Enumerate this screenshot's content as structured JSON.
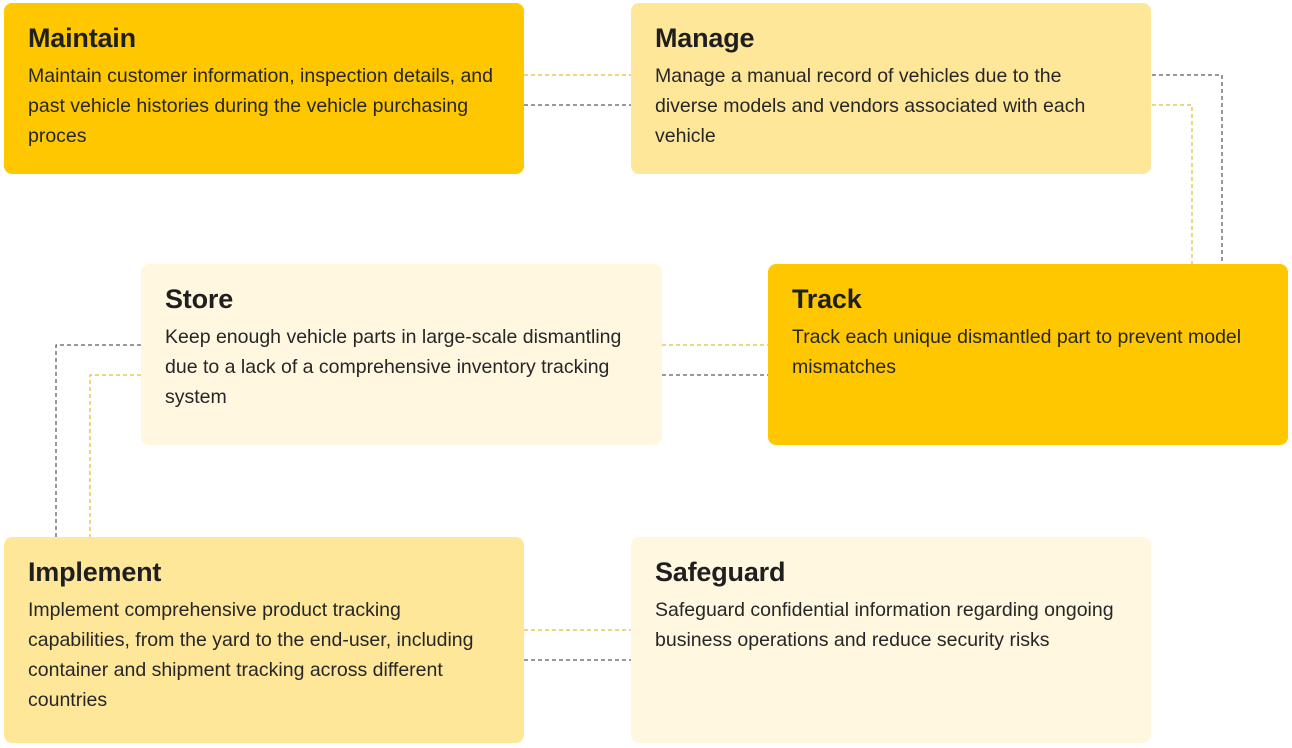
{
  "cards": {
    "maintain": {
      "title": "Maintain",
      "text": "Maintain customer information, inspection details, and past vehicle histories during the vehicle purchasing proces",
      "color": "#ffc700"
    },
    "manage": {
      "title": "Manage",
      "text": "Manage a manual record of vehicles due to the diverse models and vendors associated with each vehicle",
      "color": "#ffe79a"
    },
    "store": {
      "title": "Store",
      "text": "Keep enough vehicle parts in large-scale dismantling due to a lack of a comprehensive inventory tracking system",
      "color": "#fff7e0"
    },
    "track": {
      "title": "Track",
      "text": "Track each unique dismantled part to prevent model mismatches",
      "color": "#ffc700"
    },
    "implement": {
      "title": "Implement",
      "text": "Implement comprehensive product tracking capabilities, from the yard to the end-user, including container and shipment tracking across different countries",
      "color": "#ffe79a"
    },
    "safeguard": {
      "title": "Safeguard",
      "text": "Safeguard confidential information regarding ongoing business operations and reduce security risks",
      "color": "#fff7e0"
    }
  },
  "connector_colors": {
    "dark": "#333333",
    "gold": "#e0a800"
  }
}
